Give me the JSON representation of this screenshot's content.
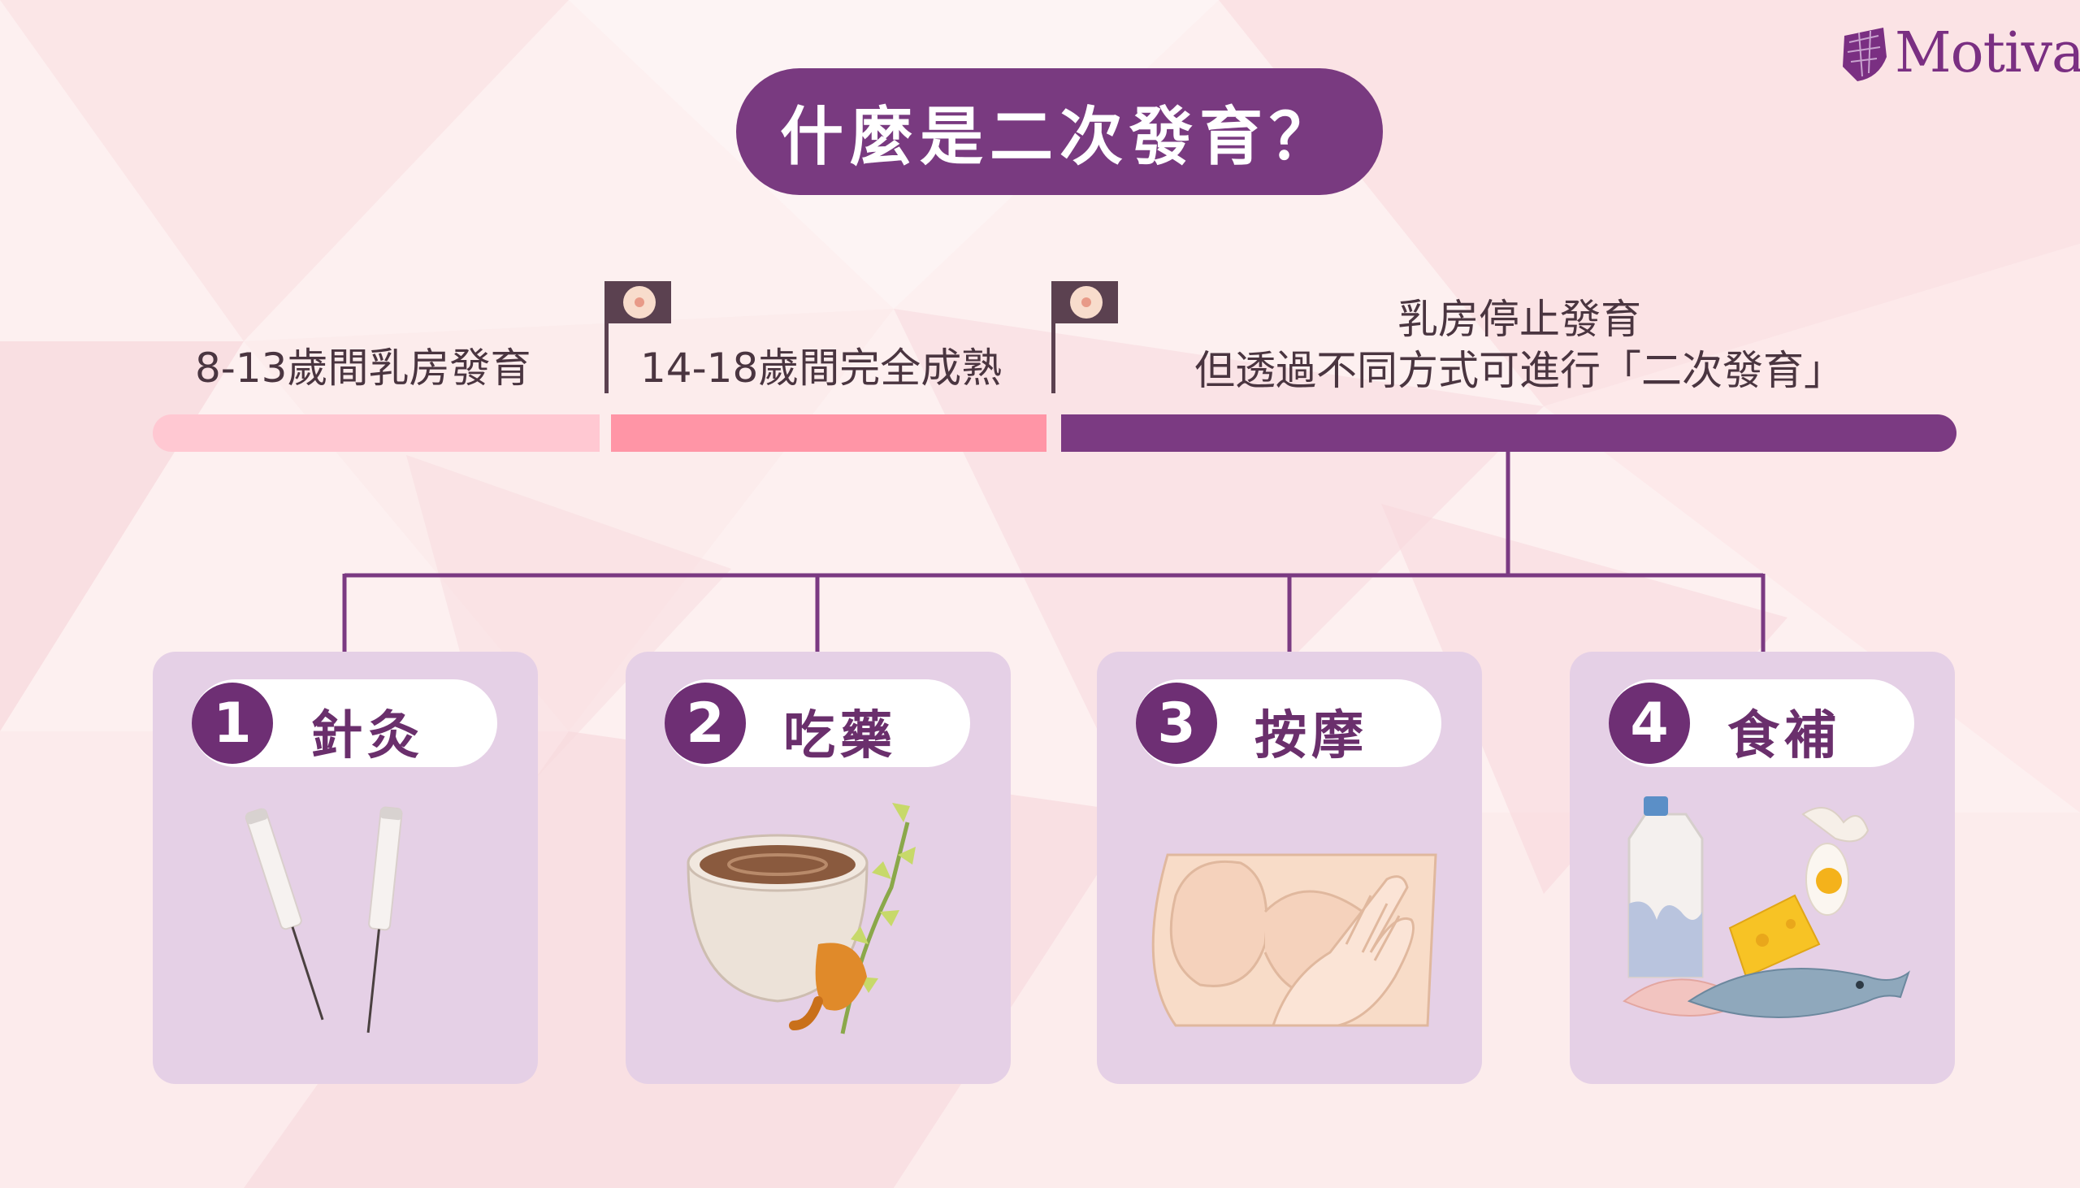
{
  "logo": {
    "text": "Motiva",
    "mark": "®"
  },
  "title": "什麼是二次發育？",
  "timeline": {
    "stage1": "8-13歲間乳房發育",
    "stage2": "14-18歲間完全成熟",
    "stage3_line1": "乳房停止發育",
    "stage3_line2": "但透過不同方式可進行「二次發育」"
  },
  "colors": {
    "purple": "#7b3a82",
    "pink_light": "#ffc8d2",
    "pink": "#ff95a6",
    "card_bg": "#e5d0e6"
  },
  "methods": [
    {
      "num": "1",
      "label": "針灸",
      "icon": "acupuncture-needles-icon"
    },
    {
      "num": "2",
      "label": "吃藥",
      "icon": "herbal-soup-icon"
    },
    {
      "num": "3",
      "label": "按摩",
      "icon": "breast-massage-icon"
    },
    {
      "num": "4",
      "label": "食補",
      "icon": "nutrition-food-icon"
    }
  ]
}
